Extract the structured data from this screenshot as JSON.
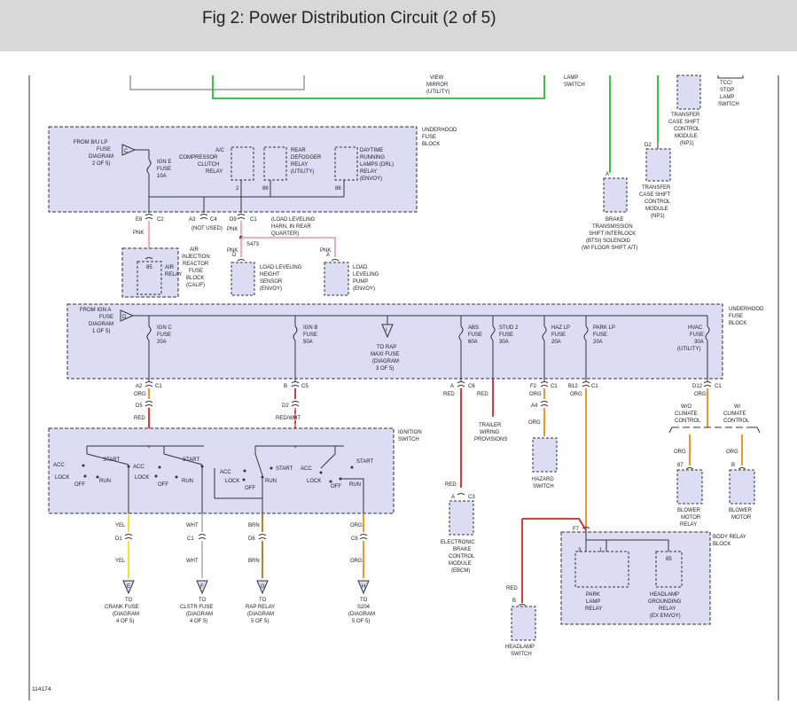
{
  "title": "Fig 2: Power Distribution Circuit (2 of 5)",
  "figure_id": "114174",
  "colors": {
    "block_fill": "#dcdcf5",
    "pink": "#f0a0b8",
    "red": "#e02020",
    "orange": "#f08c10",
    "yellow": "#f0e020",
    "green": "#20c030",
    "brown": "#9a7a20",
    "white_wire": "#b8b8b8"
  },
  "top": {
    "view_mirror": [
      "VIEW",
      "MIRROR",
      "(UTILITY)"
    ],
    "lamp_switch": [
      "LAMP",
      "SWITCH"
    ],
    "tcc_switch": [
      "TCC/",
      "STOP",
      "LAMP",
      "SWITCH"
    ],
    "tcsi_upper": [
      "TRANSFER",
      "CASE SHIFT",
      "CONTROL",
      "MODULE",
      "(NP1)"
    ],
    "tcsi_lower": [
      "TRANSFER",
      "CASE SHIFT",
      "CONTROL",
      "MODULE",
      "(NP1)"
    ],
    "d2": "D2",
    "a_pin": "A",
    "btsi": [
      "BRAKE",
      "TRANSMISSION",
      "SHIFT INTERLOCK",
      "(BTSI) SOLENOID",
      "(W/ FLOOR SHIFT A/T)"
    ]
  },
  "ufb_upper": {
    "label": [
      "UNDERHOOD",
      "FUSE",
      "BLOCK"
    ],
    "from": [
      "FROM B/U LP",
      "FUSE",
      "DIAGRAM",
      "2 OF 5)"
    ],
    "conn": "C",
    "fuse": [
      "IGN E",
      "FUSE",
      "10A"
    ],
    "relay1": [
      "A/C",
      "COMPRESSOR",
      "CLUTCH",
      "RELAY"
    ],
    "relay1_pin": "2",
    "relay2": [
      "REAR",
      "DEFOGGER",
      "RELAY",
      "(UTILITY)"
    ],
    "relay2_pin": "86",
    "relay3": [
      "DAYTIME",
      "RUNNING",
      "LAMPS (DRL)",
      "RELAY",
      "(ENVOY)"
    ],
    "relay3_pin": "86",
    "pins": [
      {
        "pin": "E8",
        "conn": "C2"
      },
      {
        "pin": "A3",
        "conn": "C4",
        "note": "(NOT USED)"
      },
      {
        "pin": "D9",
        "conn": "C1",
        "note": "(LOAD LEVELING HARN, IN REAR QUARTER)"
      }
    ],
    "pnk1": "PNK",
    "pnk2": "PNK",
    "splice": "S473"
  },
  "mid_components": {
    "air_block_label": [
      "AIR",
      "INJECTION",
      "REACTOR",
      "FUSE",
      "BLOCK",
      "(CALIF)"
    ],
    "air_relay": [
      "AIR",
      "RELAY"
    ],
    "air_pin": "85",
    "llhs_pin": "D",
    "llhs": [
      "LOAD LEVELING",
      "HEIGHT",
      "SENSOR",
      "(ENVOY)"
    ],
    "llp_pin": "A",
    "llp": [
      "LOAD",
      "LEVELING",
      "PUMP",
      "(ENVOY)"
    ],
    "pnk3": "PNK",
    "pnk4": "PNK"
  },
  "ufb_lower": {
    "label": [
      "UNDERHOOD",
      "FUSE",
      "BLOCK"
    ],
    "from": [
      "FROM IGN A",
      "FUSE",
      "DIAGRAM",
      "1 OF 5)"
    ],
    "conn": "D",
    "fuses": [
      {
        "name": [
          "IGN C",
          "FUSE",
          "20A"
        ]
      },
      {
        "name": [
          "IGN B",
          "FUSE",
          "50A"
        ]
      },
      {
        "name": [
          "ABS",
          "FUSE",
          "60A"
        ]
      },
      {
        "name": [
          "STUD 2",
          "FUSE",
          "30A"
        ]
      },
      {
        "name": [
          "HAZ LP",
          "FUSE",
          "20A"
        ]
      },
      {
        "name": [
          "PARK LP",
          "FUSE",
          "20A"
        ]
      },
      {
        "name": [
          "HVAC",
          "FUSE",
          "30A",
          "(UTILITY)"
        ]
      }
    ],
    "rap_conn": "I",
    "rap": [
      "TO RAP",
      "MAXI FUSE",
      "(DIAGRAM",
      "3 OF 5)"
    ]
  },
  "pins_lower": [
    {
      "pin": "A2",
      "conn": "C1",
      "color": "ORG"
    },
    {
      "pin": "B",
      "conn": "C5",
      "color": ""
    },
    {
      "pin": "A",
      "conn": "C6",
      "color": "RED"
    },
    {
      "pin": "F2",
      "conn": "C1",
      "color": "ORG"
    },
    {
      "pin": "B12",
      "conn": "C1",
      "color": "ORG"
    },
    {
      "pin": "D12",
      "conn": "C1",
      "color": "ORG"
    }
  ],
  "under_lower": {
    "d5": "D5",
    "red1": "RED",
    "d2": "D2",
    "redwht": "RED/WHT",
    "red2": "RED",
    "trailer": [
      "TRAILER",
      "WIRING",
      "PROVISIONS"
    ],
    "a4": "A4",
    "org_haz": "ORG",
    "wo_climate": [
      "W/O",
      "CLIMATE",
      "CONTROL"
    ],
    "w_climate": [
      "W/",
      "CLIMATE",
      "CONTROL"
    ]
  },
  "ignition": {
    "label": [
      "IGNITION",
      "SWITCH"
    ],
    "acc": "ACC",
    "lock": "LOCK",
    "off": "OFF",
    "start": "START",
    "run": "RUN"
  },
  "outputs": [
    {
      "wire": "YEL",
      "pin": "D1",
      "conn": "E",
      "label": [
        "TO",
        "CRANK FUSE",
        "(DIAGRAM",
        "4 OF 5)"
      ]
    },
    {
      "wire": "WHT",
      "pin": "C1",
      "conn": "F",
      "label": [
        "TO",
        "CLSTR FUSE",
        "(DIAGRAM",
        "4 OF 5)"
      ]
    },
    {
      "wire": "BRN",
      "pin": "D6",
      "conn": "G",
      "label": [
        "TO",
        "RAP RELAY",
        "(DIAGRAM",
        "5 OF 5)"
      ]
    },
    {
      "wire": "ORG",
      "pin": "C6",
      "conn": "H",
      "label": [
        "TO",
        "S204",
        "(DIAGRAM",
        "5 OF 5)"
      ]
    }
  ],
  "ebcm": {
    "wire": "RED",
    "pin": "A",
    "conn": "C3",
    "label": [
      "ELECTRONIC",
      "BRAKE",
      "CONTROL",
      "MODULE",
      "(EBCM)"
    ]
  },
  "hazard": {
    "label": [
      "HAZARD",
      "SWITCH"
    ]
  },
  "blower": {
    "org1": "ORG",
    "pin1": "87",
    "relay": [
      "BLOWER",
      "MOTOR",
      "RELAY"
    ],
    "org2": "ORG",
    "pin2": "B",
    "motor": [
      "BLOWER",
      "MOTOR"
    ]
  },
  "body_relay": {
    "label": [
      "BODY RELAY",
      "BLOCK"
    ],
    "f7": "F7",
    "park_pins": [
      "3",
      "1"
    ],
    "park": [
      "PARK",
      "LAMP",
      "RELAY"
    ],
    "hg_pin": "85",
    "hg": [
      "HEADLAMP",
      "GROUNDING",
      "RELAY",
      "(EX ENVOY)"
    ]
  },
  "headlamp": {
    "wire": "RED",
    "pin": "B",
    "label": [
      "HEADLAMP",
      "SWITCH"
    ]
  }
}
